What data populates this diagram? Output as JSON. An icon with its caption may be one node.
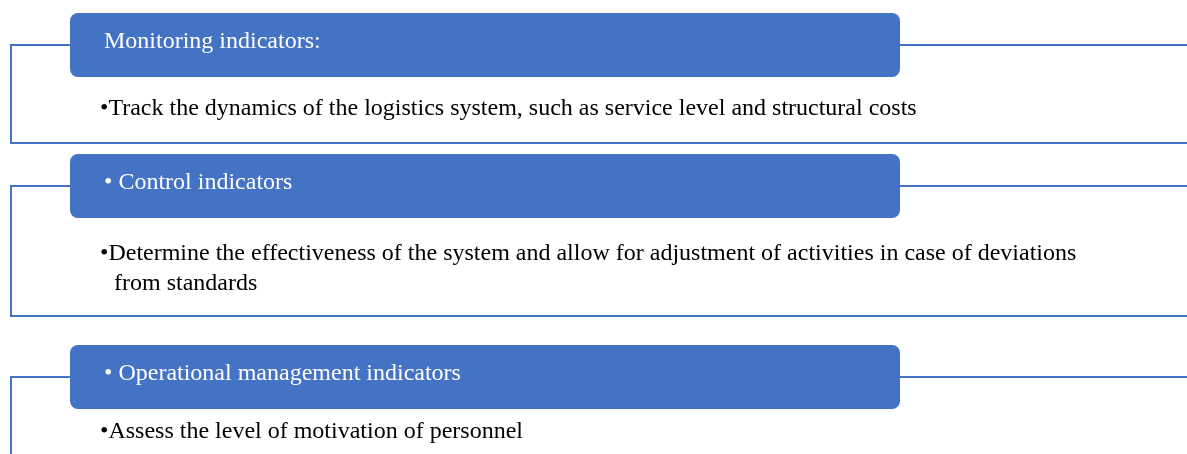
{
  "diagram": {
    "nodes": [
      {
        "text": [
          "Monitoring indicators:",
          "•Track the dynamics of the logistics system, such as service level and structural costs"
        ]
      },
      {
        "text": [
          "• Control indicators",
          "•Determine the effectiveness of the system and allow for adjustment of activities in case of deviations from standards"
        ]
      },
      {
        "text": [
          "• Operational management indicators",
          "•Assess the level of motivation of personnel"
        ]
      }
    ]
  }
}
